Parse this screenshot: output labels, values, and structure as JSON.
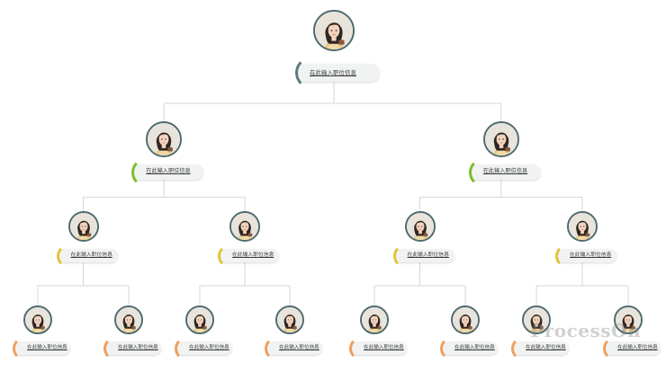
{
  "node_label": "在此输入职位信息",
  "colors": {
    "line": "#d3d7d8",
    "level_1": "#5f7a7e",
    "level_2": "#7cbf2a",
    "level_3": "#e2c33c",
    "level_4": "#ef9f5c",
    "avatar_ring": "#4e6b70",
    "plate": "#f1f3f3"
  },
  "avatar_icon": "portrait-icon",
  "watermark": "ProcessOn",
  "tree": {
    "label": "在此输入职位信息",
    "children": [
      {
        "label": "在此输入职位信息",
        "children": [
          {
            "label": "在此输入职位信息",
            "children": [
              {
                "label": "在此输入职位信息"
              },
              {
                "label": "在此输入职位信息"
              }
            ]
          },
          {
            "label": "在此输入职位信息",
            "children": [
              {
                "label": "在此输入职位信息"
              },
              {
                "label": "在此输入职位信息"
              }
            ]
          }
        ]
      },
      {
        "label": "在此输入职位信息",
        "children": [
          {
            "label": "在此输入职位信息",
            "children": [
              {
                "label": "在此输入职位信息"
              },
              {
                "label": "在此输入职位信息"
              }
            ]
          },
          {
            "label": "在此输入职位信息",
            "children": [
              {
                "label": "在此输入职位信息"
              },
              {
                "label": "在此输入职位信息"
              }
            ]
          }
        ]
      }
    ]
  }
}
